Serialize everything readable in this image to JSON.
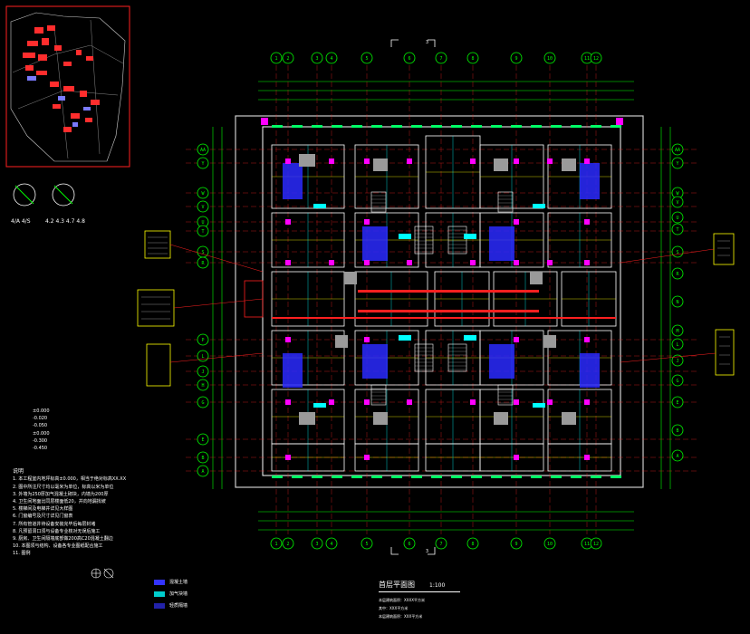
{
  "drawing": {
    "title": "首层平面图",
    "scale": "1:100",
    "subnotes": [
      "本层建筑面积：XXXX平方米",
      "其中：XXX平方米",
      "本层建筑面积：XXX平方米"
    ]
  },
  "axes": {
    "top": [
      "1",
      "2",
      "3",
      "4",
      "5",
      "6",
      "7",
      "8",
      "9",
      "10",
      "11",
      "12"
    ],
    "left": [
      "AA",
      "Y",
      "W",
      "V",
      "U",
      "T",
      "S",
      "R",
      "P",
      "L",
      "J",
      "H",
      "G",
      "E",
      "B",
      "A"
    ],
    "right": [
      "AA",
      "Y",
      "W",
      "V",
      "U",
      "T",
      "S",
      "R",
      "N",
      "M",
      "L",
      "J",
      "G",
      "E",
      "B",
      "A"
    ]
  },
  "section_marks": [
    "3",
    "3"
  ],
  "symbols_labels": [
    "4/A  4/S",
    "4.2  4.3  4.7  4.8"
  ],
  "notes_heading": "说明",
  "notes": [
    "1. 本工程室内地坪标高±0.000，相当于绝对标高XX.XX",
    "2. 图中所注尺寸均以毫米为单位，标高以米为单位",
    "3. 外墙为250厚加气混凝土砌块，内墙为200厚",
    "4. 卫生间地面比同层楼面低20，并向地漏找坡",
    "5. 楼梯间及电梯井详见大样图",
    "6. 门窗编号及尺寸详见门窗表",
    "7. 所有管道井待设备安装完毕后每层封堵",
    "8. 凡预留洞口须与设备专业核对无误后施工",
    "9. 厨房、卫生间隔墙底部做200高C20混凝土翻边",
    "10. 本图须与结构、设备各专业图纸配合施工",
    "11. 图例"
  ],
  "elevations": [
    "±0.000",
    "-0.020",
    "-0.050",
    "±0.000",
    "-0.300",
    "-0.450"
  ],
  "legend_items": [
    "混凝土墙",
    "加气块墙",
    "轻质隔墙"
  ],
  "colors": {
    "grid": "#00ff00",
    "wall": "#ffffff",
    "accent": "#ff0000",
    "fill": "#3333ff",
    "cyan": "#00ffff",
    "magenta": "#ff00ff",
    "yellow": "#ffff00"
  }
}
